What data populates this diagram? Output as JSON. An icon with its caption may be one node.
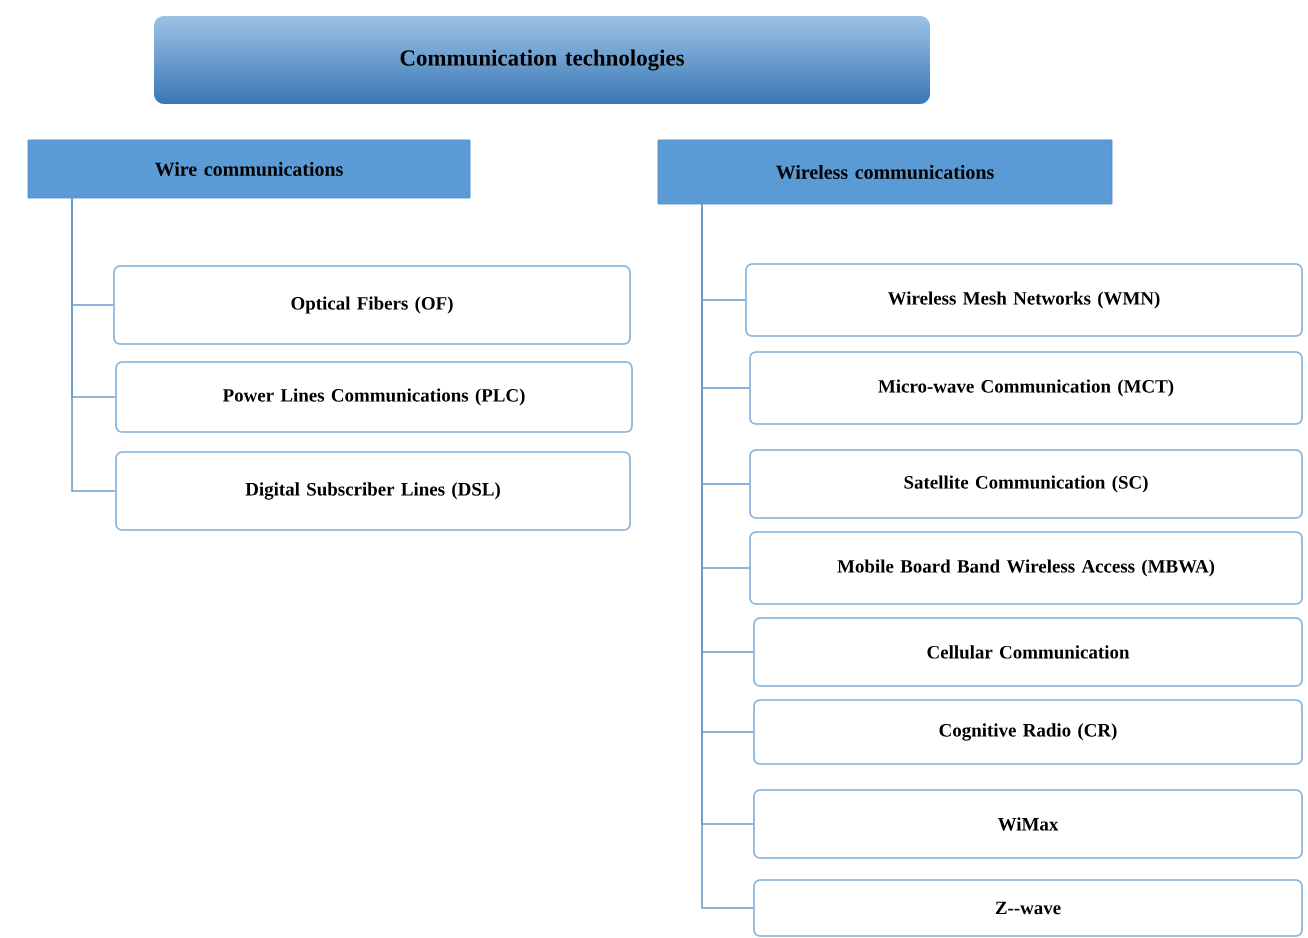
{
  "diagram": {
    "nodes": [
      {
        "text": [
          "Communication technologies"
        ]
      },
      {
        "text": [
          "Wire communications"
        ]
      },
      {
        "text": [
          "Wireless communications"
        ]
      },
      {
        "text": [
          "Optical Fibers (OF)"
        ]
      },
      {
        "text": [
          "Power Lines Communications (PLC)"
        ]
      },
      {
        "text": [
          "Digital Subscriber Lines (DSL)"
        ]
      },
      {
        "text": [
          "Wireless Mesh Networks (WMN)"
        ]
      },
      {
        "text": [
          "Micro-wave Communication (MCT)"
        ]
      },
      {
        "text": [
          "Satellite Communication (SC)"
        ]
      },
      {
        "text": [
          "Mobile Board Band Wireless Access (MBWA)"
        ]
      },
      {
        "text": [
          "Cellular Communication"
        ]
      },
      {
        "text": [
          "Cognitive Radio (CR)"
        ]
      },
      {
        "text": [
          "WiMax"
        ]
      },
      {
        "text": [
          "Z--wave"
        ]
      }
    ],
    "edges": [
      {
        "from": 1,
        "to": 3,
        "arrow": "none"
      },
      {
        "from": 1,
        "to": 4,
        "arrow": "none"
      },
      {
        "from": 1,
        "to": 5,
        "arrow": "none"
      },
      {
        "from": 2,
        "to": 6,
        "arrow": "none"
      },
      {
        "from": 2,
        "to": 7,
        "arrow": "none"
      },
      {
        "from": 2,
        "to": 8,
        "arrow": "none"
      },
      {
        "from": 2,
        "to": 9,
        "arrow": "none"
      },
      {
        "from": 2,
        "to": 10,
        "arrow": "none"
      },
      {
        "from": 2,
        "to": 11,
        "arrow": "none"
      },
      {
        "from": 2,
        "to": 12,
        "arrow": "none"
      },
      {
        "from": 2,
        "to": 13,
        "arrow": "none"
      }
    ]
  }
}
